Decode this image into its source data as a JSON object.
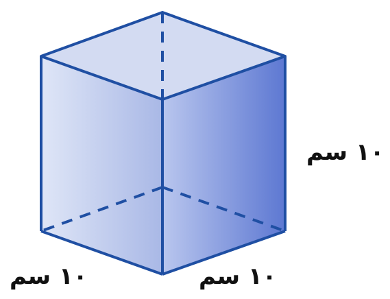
{
  "colors": {
    "edge": "#1f4fa3",
    "top_face": "#d3dbf2",
    "left_face_light": "#dfe6f7",
    "left_face_dark": "#a9b8e6",
    "right_face_light": "#b9c6ee",
    "right_face_dark": "#5d78d2",
    "background": "#ffffff"
  },
  "labels": {
    "height": "١٠ سم",
    "front_edge": "١٠ سم",
    "left_edge": "١٠ سم"
  }
}
